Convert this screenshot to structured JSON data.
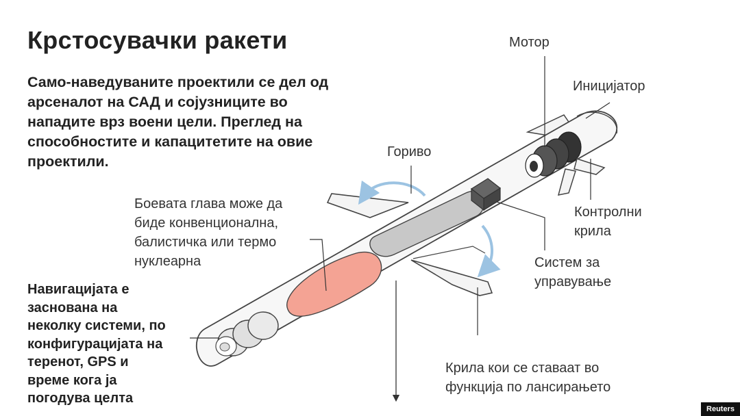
{
  "title": "Крстосувачки ракети",
  "intro": [
    "Само-наведуваните проектили се дел од",
    "арсеналот на САД и сојузниците во",
    "нападите врз воени цели. Преглед на",
    "способностите и капацитетите на овие",
    "проектили."
  ],
  "labels": {
    "motor": "Мотор",
    "initiator": "Иницијатор",
    "fuel": "Гориво",
    "control_wings": [
      "Контролни",
      "крила"
    ],
    "guidance": [
      "Систем за",
      "управување"
    ],
    "warhead": [
      "Боевата глава може да",
      "биде конвенционална,",
      "балистичка или термо",
      "нуклеарна"
    ],
    "navigation": [
      "Навигацијата е",
      "заснована на",
      "неколку системи, по",
      "конфигурацијата на",
      "теренот, GPS и",
      "време кога ја",
      "погодува целта"
    ],
    "wings": [
      "Крила кои се ставаат во",
      "функција по лансирањето"
    ]
  },
  "credit": "Reuters",
  "colors": {
    "warhead": "#f4a394",
    "fuel": "#c8c8c8",
    "arrow": "#9cc3e2",
    "body": "#f7f7f7",
    "outline": "#444444"
  }
}
